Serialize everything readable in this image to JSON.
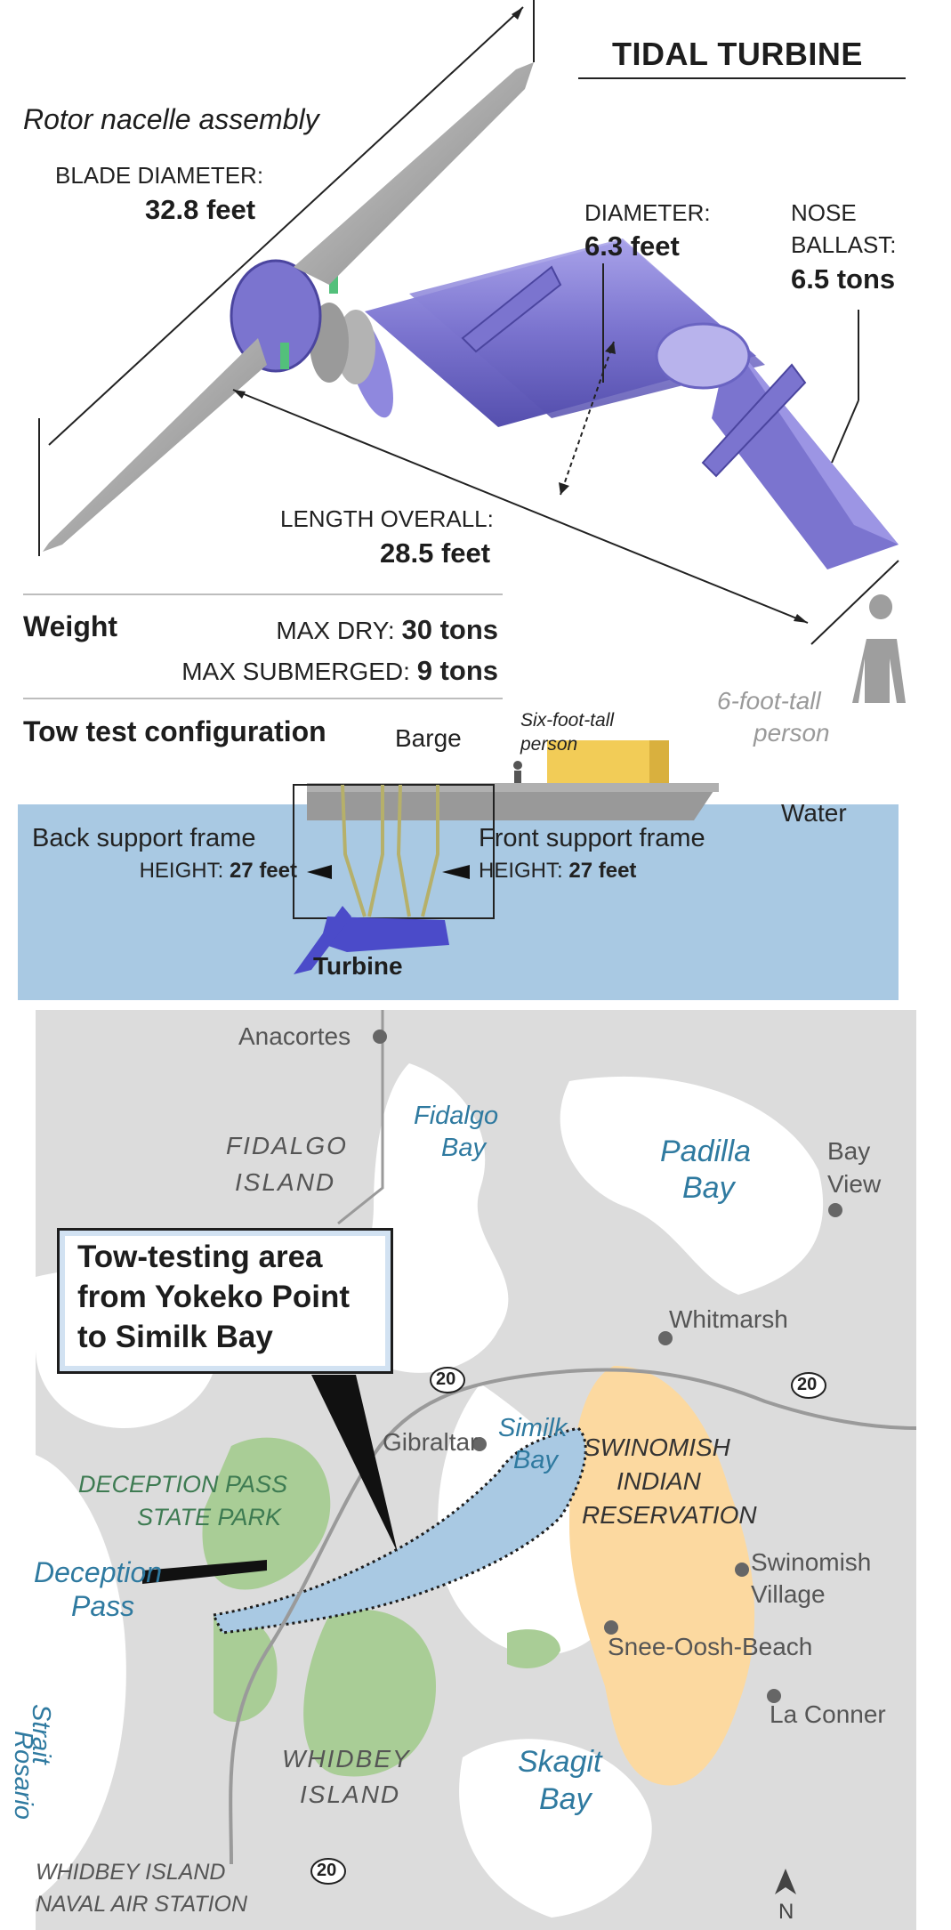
{
  "header": {
    "title": "TIDAL TURBINE"
  },
  "turbine": {
    "rotor_label": "Rotor nacelle assembly",
    "blade_label": "BLADE DIAMETER:",
    "blade_value": "32.8 feet",
    "diameter_label": "DIAMETER:",
    "diameter_value": "6.3 feet",
    "nose_label_1": "NOSE",
    "nose_label_2": "BALLAST:",
    "nose_value": "6.5 tons",
    "length_label": "LENGTH OVERALL:",
    "length_value": "28.5 feet",
    "person_1": "6-foot-tall",
    "person_2": "person"
  },
  "weight": {
    "heading": "Weight",
    "dry_label": "MAX DRY:",
    "dry_value": "30 tons",
    "sub_label": "MAX SUBMERGED:",
    "sub_value": "9 tons"
  },
  "tow": {
    "heading": "Tow test configuration",
    "barge": "Barge",
    "person_1": "Six-foot-tall",
    "person_2": "person",
    "water": "Water",
    "back_frame": "Back support frame",
    "front_frame": "Front support frame",
    "height_label": "HEIGHT:",
    "height_value": "27 feet",
    "turbine": "Turbine"
  },
  "map": {
    "callout_1": "Tow-testing area",
    "callout_2": "from Yokeko Point",
    "callout_3": "to Similk Bay",
    "places": {
      "anacortes": "Anacortes",
      "fidalgo_bay_1": "Fidalgo",
      "fidalgo_bay_2": "Bay",
      "fidalgo_island_1": "FIDALGO",
      "fidalgo_island_2": "ISLAND",
      "padilla_1": "Padilla",
      "padilla_2": "Bay",
      "bay_view_1": "Bay",
      "bay_view_2": "View",
      "whitmarsh": "Whitmarsh",
      "gibraltar": "Gibraltar",
      "similk_1": "Similk",
      "similk_2": "Bay",
      "swinomish_1": "SWINOMISH",
      "swinomish_2": "INDIAN",
      "swinomish_3": "RESERVATION",
      "deception_park_1": "DECEPTION PASS",
      "deception_park_2": "STATE PARK",
      "deception_pass_1": "Deception",
      "deception_pass_2": "Pass",
      "swin_village_1": "Swinomish",
      "swin_village_2": "Village",
      "snee": "Snee-Oosh-Beach",
      "la_conner": "La Conner",
      "rosario_1": "Rosario",
      "rosario_2": "Strait",
      "whidbey_1": "WHIDBEY",
      "whidbey_2": "ISLAND",
      "skagit_1": "Skagit",
      "skagit_2": "Bay",
      "naval_1": "WHIDBEY ISLAND",
      "naval_2": "NAVAL AIR STATION",
      "route": "20",
      "north": "N"
    }
  },
  "colors": {
    "turbine_purple": "#7b74cf",
    "water_blue": "#a9c9e3",
    "park_green": "#a9cd96",
    "reservation_orange": "#fcd9a0",
    "place_blue": "#2f7aa0",
    "park_text": "#3e7b52"
  }
}
